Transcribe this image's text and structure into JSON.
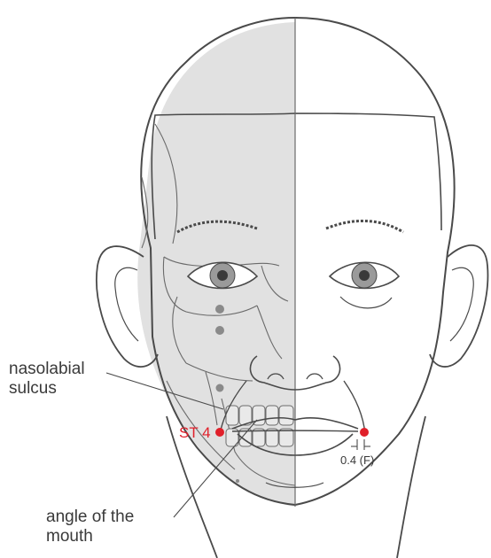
{
  "labels": {
    "nasolabial_line1": "nasolabial",
    "nasolabial_line2": "sulcus",
    "angle_line1": "angle of the",
    "angle_line2": "mouth",
    "point_name": "ST 4",
    "measure": "0.4 (F)"
  },
  "colors": {
    "line": "#4a4a4a",
    "skull_shade": "#e1e1e1",
    "acupoint_red": "#e0202a",
    "minor_point_gray": "#8a8a8a",
    "iris": "#9a9a9a",
    "pupil": "#3a3a3a"
  }
}
